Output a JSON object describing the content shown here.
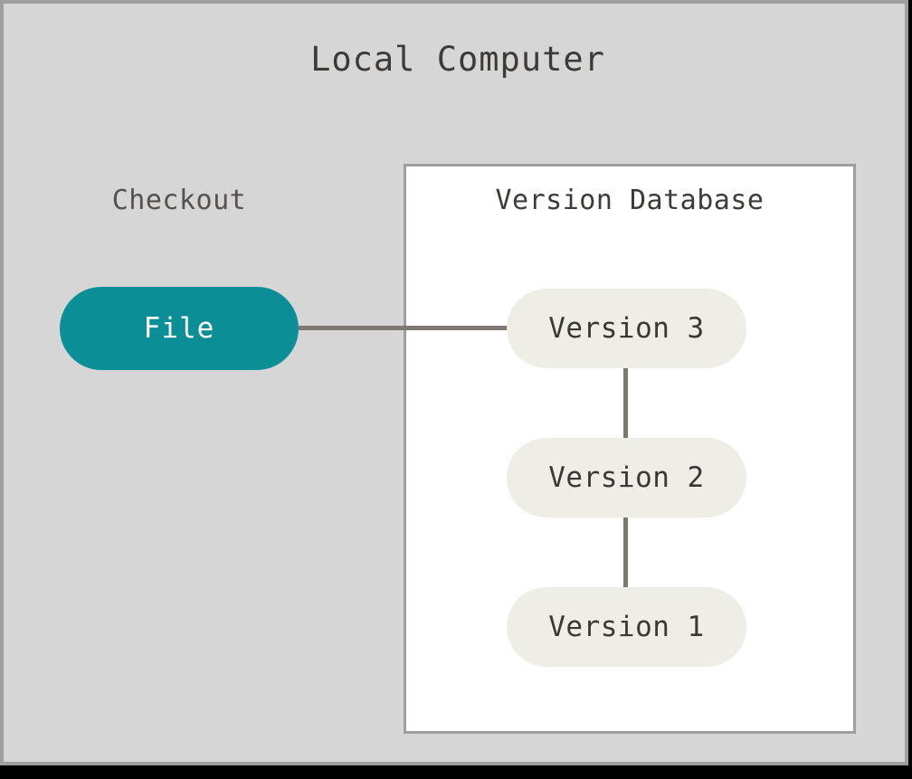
{
  "diagram": {
    "title": "Local Computer",
    "type": "version-control-checkout-diagram",
    "colors": {
      "canvas_background": "#d6d6d6",
      "canvas_border": "#9e9e9e",
      "container_background": "#ffffff",
      "container_border": "#9e9e9e",
      "checkout_node_fill": "#0c8e96",
      "checkout_node_text": "#ffffff",
      "version_node_fill": "#eeeee6",
      "version_node_text": "#3a3836",
      "edge_color": "#7e7872",
      "title_color": "#3e3a38",
      "label_color": "#55514e"
    },
    "sections": {
      "checkout": {
        "label": "Checkout",
        "node": {
          "label": "File",
          "shape": "pill"
        }
      },
      "version_database": {
        "label": "Version Database",
        "shape": "rectangle",
        "nodes": [
          {
            "label": "Version 3",
            "shape": "pill"
          },
          {
            "label": "Version 2",
            "shape": "pill"
          },
          {
            "label": "Version 1",
            "shape": "pill"
          }
        ]
      }
    },
    "edges": [
      {
        "from": "File",
        "to": "Version 3",
        "orientation": "horizontal"
      },
      {
        "from": "Version 3",
        "to": "Version 2",
        "orientation": "vertical"
      },
      {
        "from": "Version 2",
        "to": "Version 1",
        "orientation": "vertical"
      }
    ]
  }
}
